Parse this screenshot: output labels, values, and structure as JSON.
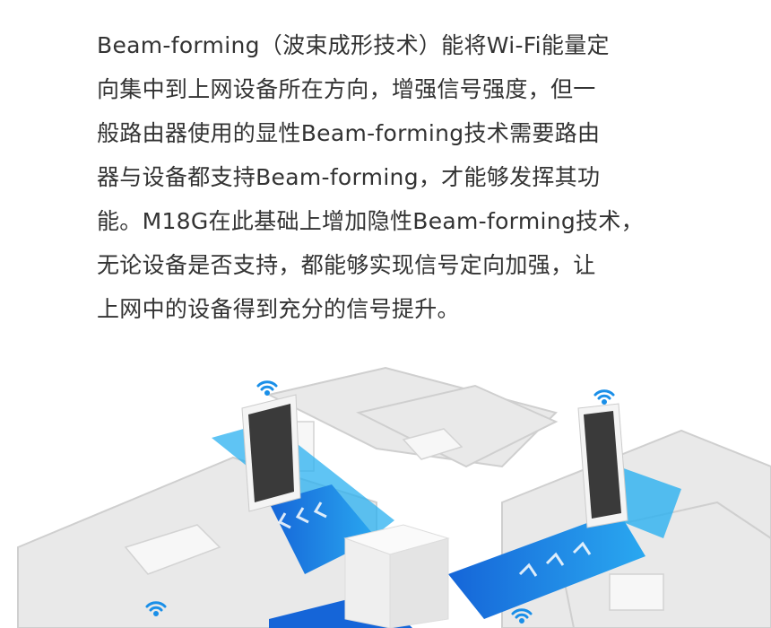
{
  "description_paragraph": {
    "lines": [
      "Beam-forming（波束成形技术）能将Wi-Fi能量定",
      "向集中到上网设备所在方向，增强信号强度，但一",
      "般路由器使用的显性Beam-forming技术需要路由",
      "器与设备都支持Beam-forming，才能够发挥其功",
      "能。M18G在此基础上增加隐性Beam-forming技术，",
      "无论设备是否支持，都能够实现信号定向加强，让",
      "上网中的设备得到充分的信号提升。"
    ]
  },
  "colors": {
    "text": "#333333",
    "beam": "#1e7fe0",
    "beam_light": "#29b6ef",
    "wifi": "#1a8fe8"
  }
}
